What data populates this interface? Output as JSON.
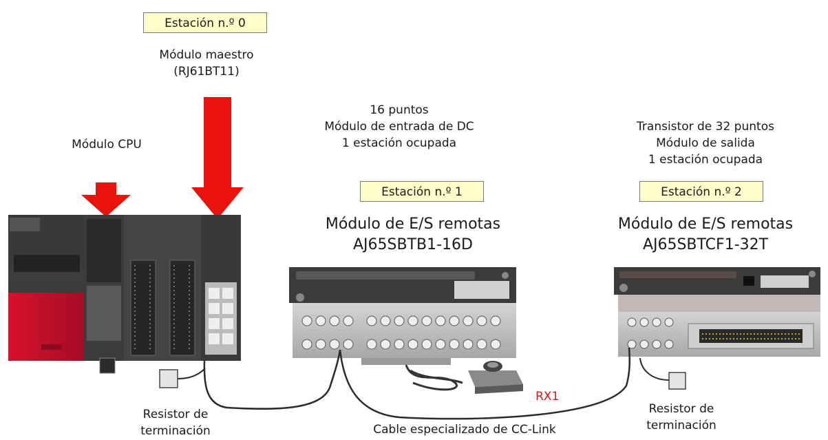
{
  "station0": {
    "tag": "Estación n.º 0",
    "caption": "Módulo maestro\n(RJ61BT11)"
  },
  "cpu": {
    "caption": "Módulo CPU"
  },
  "station1": {
    "spec": "16 puntos\nMódulo de entrada de DC\n1 estación ocupada",
    "tag": "Estación n.º 1",
    "title": "Módulo de E/S remotas\nAJ65SBTB1-16D"
  },
  "station2": {
    "spec": "Transistor de 32 puntos\nMódulo de salida\n1 estación ocupada",
    "tag": "Estación n.º 2",
    "title": "Módulo de E/S remotas\nAJ65SBTCF1-32T"
  },
  "labels": {
    "rx1": "RX1",
    "term_left": "Resistor de\nterminación",
    "term_right": "Resistor de\nterminación",
    "cable": "Cable especializado de CC-Link"
  },
  "colors": {
    "arrow": "#e8130c",
    "tag_bg": "#ffffcc",
    "rx1": "#e8130c",
    "plc_red": "#c8102e"
  }
}
